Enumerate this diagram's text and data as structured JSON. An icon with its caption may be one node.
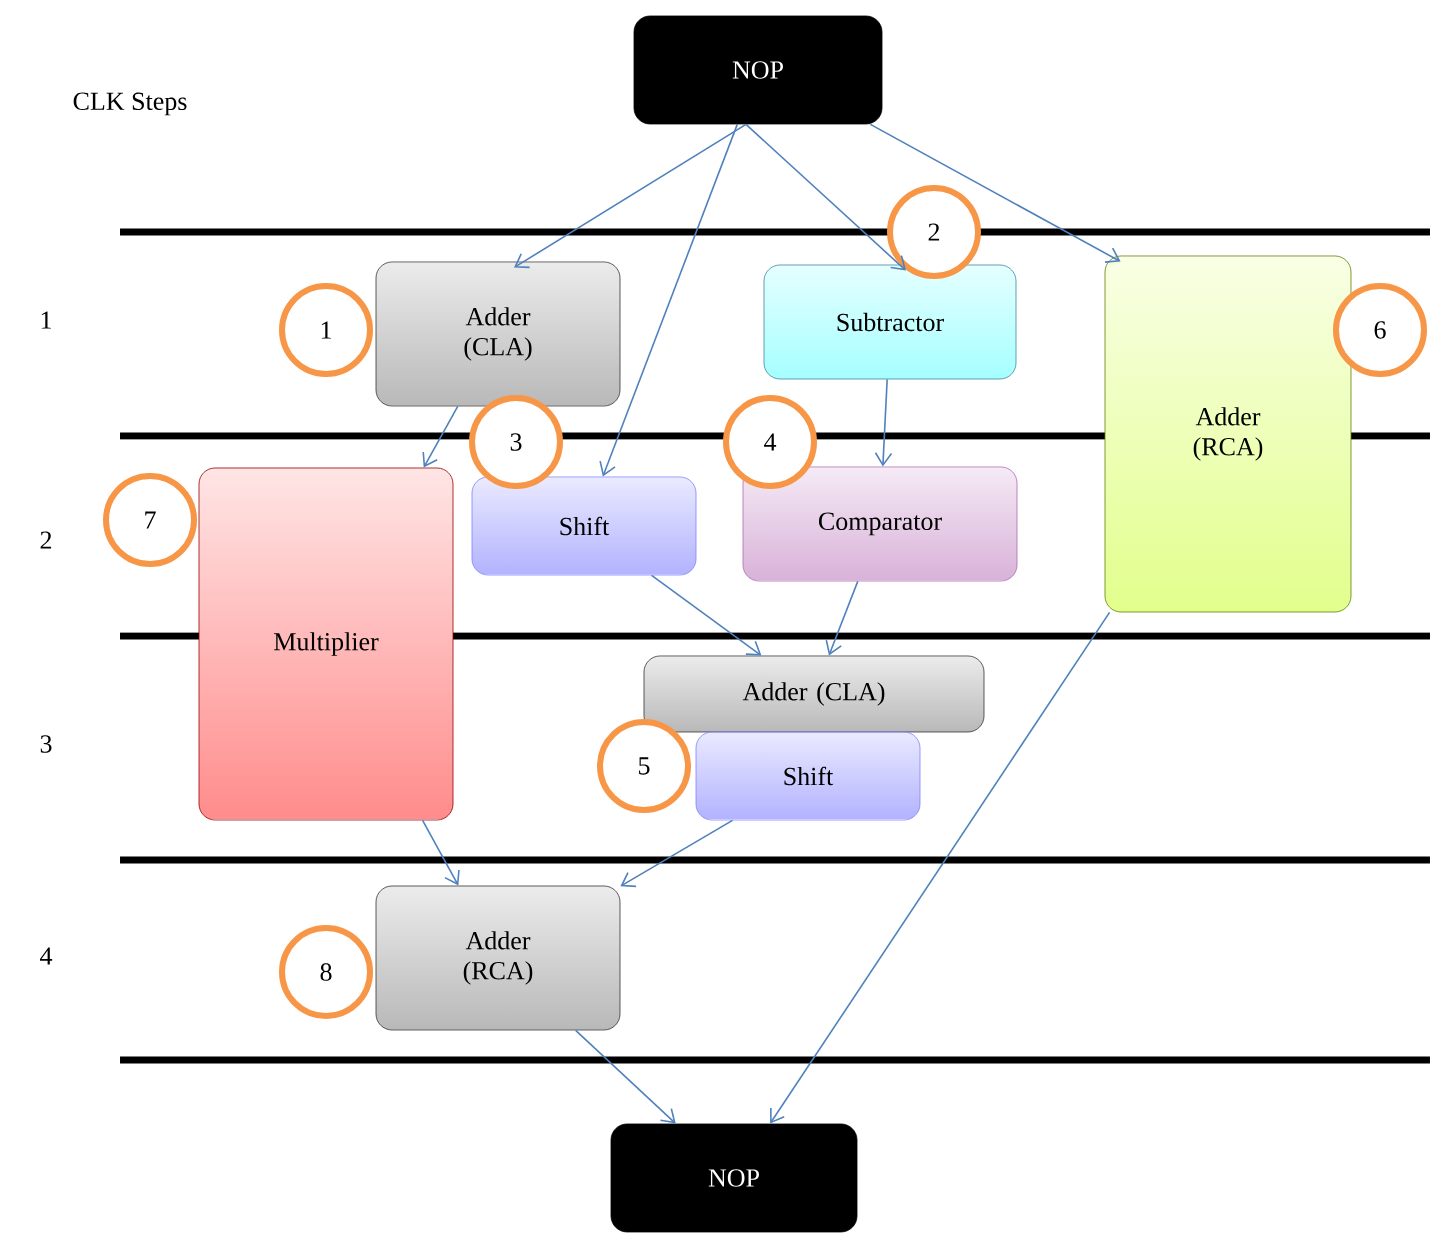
{
  "diagram": {
    "nodes": [
      {
        "text": [
          "NOP"
        ]
      },
      {
        "text": [
          "Adder (CLA)"
        ]
      },
      {
        "text": [
          "Subtractor"
        ]
      },
      {
        "text": [
          "Adder (RCA)"
        ]
      },
      {
        "text": [
          "Multiplier"
        ]
      },
      {
        "text": [
          "Shift"
        ]
      },
      {
        "text": [
          "Comparator"
        ]
      },
      {
        "text": [
          "Adder (CLA)"
        ]
      },
      {
        "text": [
          "Shift"
        ]
      },
      {
        "text": [
          "Adder (RCA)"
        ]
      },
      {
        "text": [
          "NOP"
        ]
      },
      {
        "text": [
          "1"
        ]
      },
      {
        "text": [
          "2"
        ]
      },
      {
        "text": [
          "3"
        ]
      },
      {
        "text": [
          "4"
        ]
      },
      {
        "text": [
          "5"
        ]
      },
      {
        "text": [
          "6"
        ]
      },
      {
        "text": [
          "7"
        ]
      },
      {
        "text": [
          "8"
        ]
      }
    ],
    "edges": [
      {
        "from": 0,
        "to": 1,
        "arrow": "to"
      },
      {
        "from": 0,
        "to": 5,
        "arrow": "to"
      },
      {
        "from": 0,
        "to": 2,
        "arrow": "to"
      },
      {
        "from": 0,
        "to": 3,
        "arrow": "to"
      },
      {
        "from": 1,
        "to": 4,
        "arrow": "to"
      },
      {
        "from": 2,
        "to": 6,
        "arrow": "to"
      },
      {
        "from": 5,
        "to": 7,
        "arrow": "to"
      },
      {
        "from": 6,
        "to": 7,
        "arrow": "to"
      },
      {
        "from": 4,
        "to": 9,
        "arrow": "to"
      },
      {
        "from": 8,
        "to": 9,
        "arrow": "to"
      },
      {
        "from": 9,
        "to": 10,
        "arrow": "to"
      },
      {
        "from": 3,
        "to": 10,
        "arrow": "to"
      }
    ],
    "labels": [
      "CLK Steps",
      "1",
      "2",
      "3",
      "4"
    ]
  }
}
